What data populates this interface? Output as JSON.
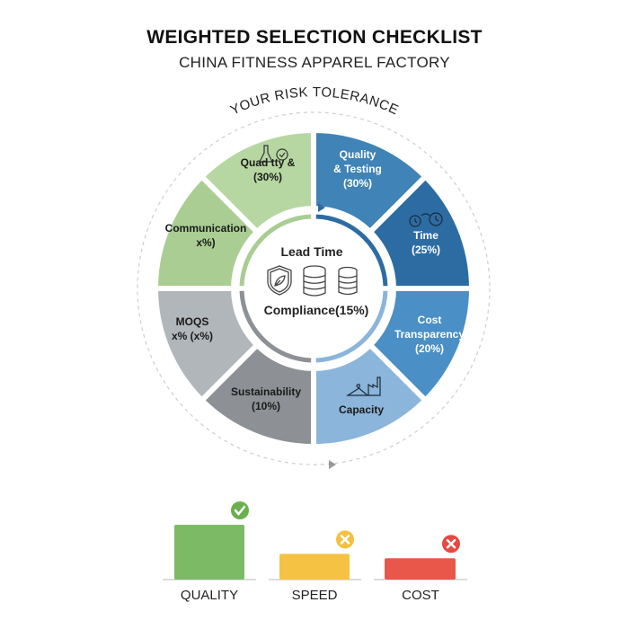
{
  "header": {
    "title": "WEIGHTED SELECTION CHECKLIST",
    "subtitle": "CHINA FITNESS APPAREL FACTORY"
  },
  "wheel": {
    "arc_label": "YOUR RISK TOLERANCE",
    "center": {
      "top_label": "Lead Time",
      "bottom_label": "Compliance(15%)",
      "icons": [
        "shield-leaf-icon",
        "database-icon",
        "database-icon"
      ]
    },
    "segments": [
      {
        "lines": [
          "Quality",
          "& Testing",
          "(30%)"
        ],
        "color": "#3f83b7",
        "text_color": "#ffffff",
        "icon": ""
      },
      {
        "lines": [
          "Time",
          "(25%)"
        ],
        "color": "#2d6ca3",
        "text_color": "#ffffff",
        "icon": "clocks-icon"
      },
      {
        "lines": [
          "Cost",
          "Transparency",
          "(20%)"
        ],
        "color": "#4a8fc5",
        "text_color": "#ffffff",
        "icon": ""
      },
      {
        "lines": [
          "Capacity"
        ],
        "color": "#8bb5da",
        "text_color": "#1a1a1a",
        "icon": "hanger-factory-icon"
      },
      {
        "lines": [
          "Sustainability",
          "(10%)"
        ],
        "color": "#8d9094",
        "text_color": "#1a1a1a",
        "icon": ""
      },
      {
        "lines": [
          "MOQS",
          "x% (x%)"
        ],
        "color": "#b1b6bb",
        "text_color": "#1a1a1a",
        "icon": ""
      },
      {
        "lines": [
          "Communication",
          "x%)"
        ],
        "color": "#a9cd93",
        "text_color": "#1a1a1a",
        "icon": ""
      },
      {
        "lines": [
          "Quad tty &",
          "(30%)"
        ],
        "color": "#b6d7a1",
        "text_color": "#1a1a1a",
        "icon": "flask-check-icon"
      }
    ]
  },
  "tradeoff": {
    "bars": [
      {
        "label": "QUALITY",
        "level": 1.0,
        "color": "#7dba65",
        "status": "check",
        "status_color": "#6ab04c"
      },
      {
        "label": "SPEED",
        "level": 0.47,
        "color": "#f6c244",
        "status": "cross",
        "status_color": "#f4c040"
      },
      {
        "label": "COST",
        "level": 0.39,
        "color": "#e8574a",
        "status": "cross",
        "status_color": "#e54a44"
      }
    ]
  }
}
